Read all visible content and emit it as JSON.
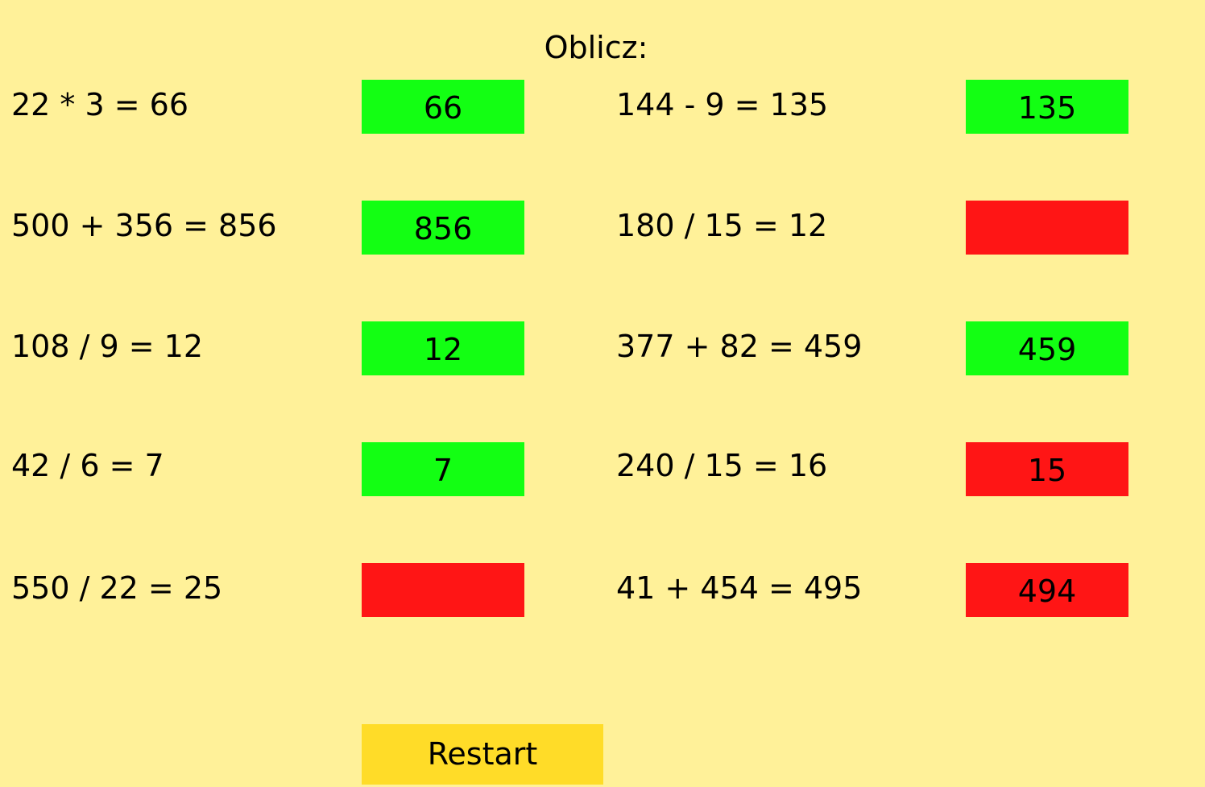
{
  "title": "Oblicz:",
  "colors": {
    "background": "#fff199",
    "correct": "#13ff13",
    "incorrect": "#ff1515",
    "restart_button": "#ffdc28"
  },
  "left_column": [
    {
      "equation": "22 * 3 = 66",
      "answer": "66",
      "status": "correct"
    },
    {
      "equation": "500 + 356 = 856",
      "answer": "856",
      "status": "correct"
    },
    {
      "equation": "108 / 9 = 12",
      "answer": "12",
      "status": "correct"
    },
    {
      "equation": "42 / 6 = 7",
      "answer": "7",
      "status": "correct"
    },
    {
      "equation": "550 / 22 = 25",
      "answer": "",
      "status": "incorrect"
    }
  ],
  "right_column": [
    {
      "equation": "144 - 9 = 135",
      "answer": "135",
      "status": "correct"
    },
    {
      "equation": "180 / 15 = 12",
      "answer": "",
      "status": "incorrect"
    },
    {
      "equation": "377 + 82 = 459",
      "answer": "459",
      "status": "correct"
    },
    {
      "equation": "240 / 15 = 16",
      "answer": "15",
      "status": "incorrect"
    },
    {
      "equation": "41 + 454 = 495",
      "answer": "494",
      "status": "incorrect"
    }
  ],
  "restart_label": "Restart"
}
